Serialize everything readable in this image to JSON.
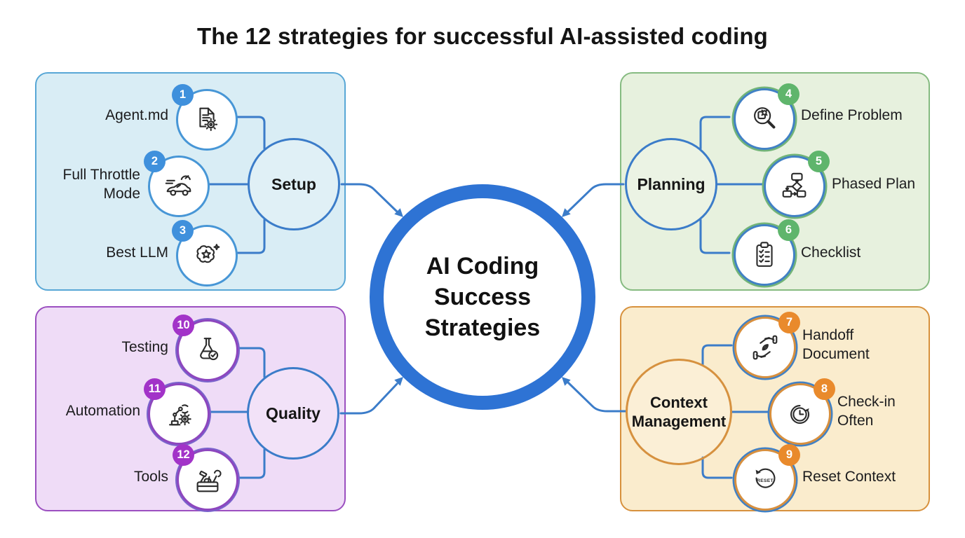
{
  "title": "The 12 strategies for successful AI-assisted coding",
  "center": {
    "lines": [
      "AI Coding",
      "Success",
      "Strategies"
    ]
  },
  "quadrants": [
    {
      "name": "Setup",
      "hub_label": "Setup",
      "items": [
        {
          "num": "1",
          "label": "Agent.md",
          "icon": "document-gear"
        },
        {
          "num": "2",
          "label": "Full Throttle Mode",
          "icon": "race-car-speedometer"
        },
        {
          "num": "3",
          "label": "Best LLM",
          "icon": "brain-star"
        }
      ]
    },
    {
      "name": "Planning",
      "hub_label": "Planning",
      "items": [
        {
          "num": "4",
          "label": "Define Problem",
          "icon": "magnifier-bug"
        },
        {
          "num": "5",
          "label": "Phased Plan",
          "icon": "flowchart"
        },
        {
          "num": "6",
          "label": "Checklist",
          "icon": "clipboard-checklist"
        }
      ]
    },
    {
      "name": "Quality",
      "hub_label": "Quality",
      "items": [
        {
          "num": "10",
          "label": "Testing",
          "icon": "flask-check"
        },
        {
          "num": "11",
          "label": "Automation",
          "icon": "robot-arm-gear"
        },
        {
          "num": "12",
          "label": "Tools",
          "icon": "toolbox"
        }
      ]
    },
    {
      "name": "Context Management",
      "hub_label": "Context Management",
      "items": [
        {
          "num": "7",
          "label": "Handoff Document",
          "icon": "handoff-hands"
        },
        {
          "num": "8",
          "label": "Check-in Often",
          "icon": "clock-refresh"
        },
        {
          "num": "9",
          "label": "Reset Context",
          "icon": "reset-arrow",
          "icon_text": "RESET"
        }
      ]
    }
  ],
  "colors": {
    "center_ring": "#2e73d4",
    "connector": "#3b7cc9",
    "setup_bg": "#d9edf5",
    "setup_border": "#58a7d6",
    "setup_badge": "#3f90dc",
    "planning_bg": "#e7f1de",
    "planning_border": "#86bb81",
    "planning_badge": "#5fb56c",
    "quality_bg": "#efdcf7",
    "quality_border": "#9b4fc0",
    "quality_badge": "#a233c8",
    "context_bg": "#faeccd",
    "context_border": "#d7913d",
    "context_badge": "#e98a2c"
  }
}
